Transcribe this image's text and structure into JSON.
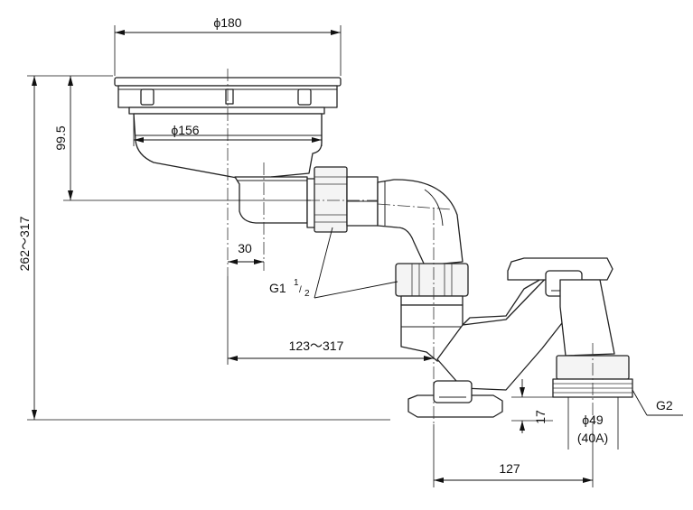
{
  "dimensions": {
    "outer_diameter": "ϕ180",
    "basket_diameter": "ϕ156",
    "depth_to_outlet": "99.5",
    "total_height": "262～317",
    "outlet_offset": "30",
    "horizontal_range": "123～317",
    "outlet_thread": {
      "main": "G1",
      "sup": "1",
      "sub": "2"
    },
    "trap_spacing": "127",
    "water_seal": "17",
    "drain_diameter": "ϕ49",
    "drain_nominal": "(40A)",
    "drain_thread": "G2"
  }
}
